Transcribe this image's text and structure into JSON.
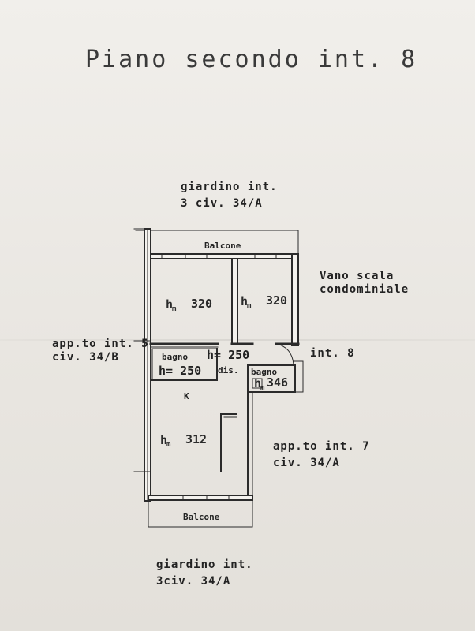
{
  "title": "Piano secondo int. 8",
  "labels": {
    "garden_top_line1": "giardino int.",
    "garden_top_line2": "3 civ. 34/A",
    "balcony_top": "Balcone",
    "stair_line1": "Vano scala",
    "stair_line2": "condominiale",
    "apt5_line1": "app.to int. 5",
    "apt5_line2": "civ. 34/B",
    "int8": "int. 8",
    "apt7_line1": "app.to int. 7",
    "apt7_line2": "civ. 34/A",
    "balcony_bottom": "Balcone",
    "garden_bottom_line1": "giardino int.",
    "garden_bottom_line2": "3civ. 34/A"
  },
  "rooms": {
    "room_left_h": "h",
    "room_left_sub": "m",
    "room_left_value": "320",
    "room_right_h": "h",
    "room_right_sub": "m",
    "room_right_value": "320",
    "hall": "h= 250",
    "bath_left_name": "bagno",
    "bath_left_h": "h= 250",
    "storage": "dis.",
    "bath_right_name": "bagno",
    "bath_right_h": "h",
    "bath_right_sub": "m",
    "bath_right_value": "346",
    "kitchen_mark": "K",
    "living_h": "h",
    "living_sub": "m",
    "living_value": "312"
  }
}
